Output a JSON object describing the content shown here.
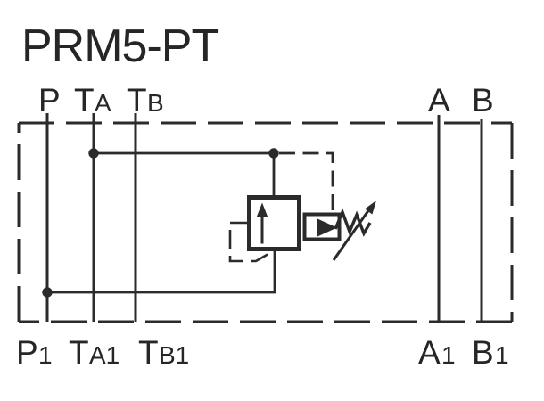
{
  "title": "PRM5-PT",
  "ports": {
    "top": [
      {
        "main": "P",
        "sub": ""
      },
      {
        "main": "T",
        "sub": "A"
      },
      {
        "main": "T",
        "sub": "B"
      },
      {
        "main": "A",
        "sub": ""
      },
      {
        "main": "B",
        "sub": ""
      }
    ],
    "bottom": [
      {
        "main": "P",
        "sub": "1"
      },
      {
        "main": "T",
        "sub": "A1"
      },
      {
        "main": "T",
        "sub": "B1"
      },
      {
        "main": "A",
        "sub": "1"
      },
      {
        "main": "B",
        "sub": "1"
      }
    ]
  },
  "colors": {
    "ink": "#2b2b2b",
    "background": "#ffffff"
  }
}
